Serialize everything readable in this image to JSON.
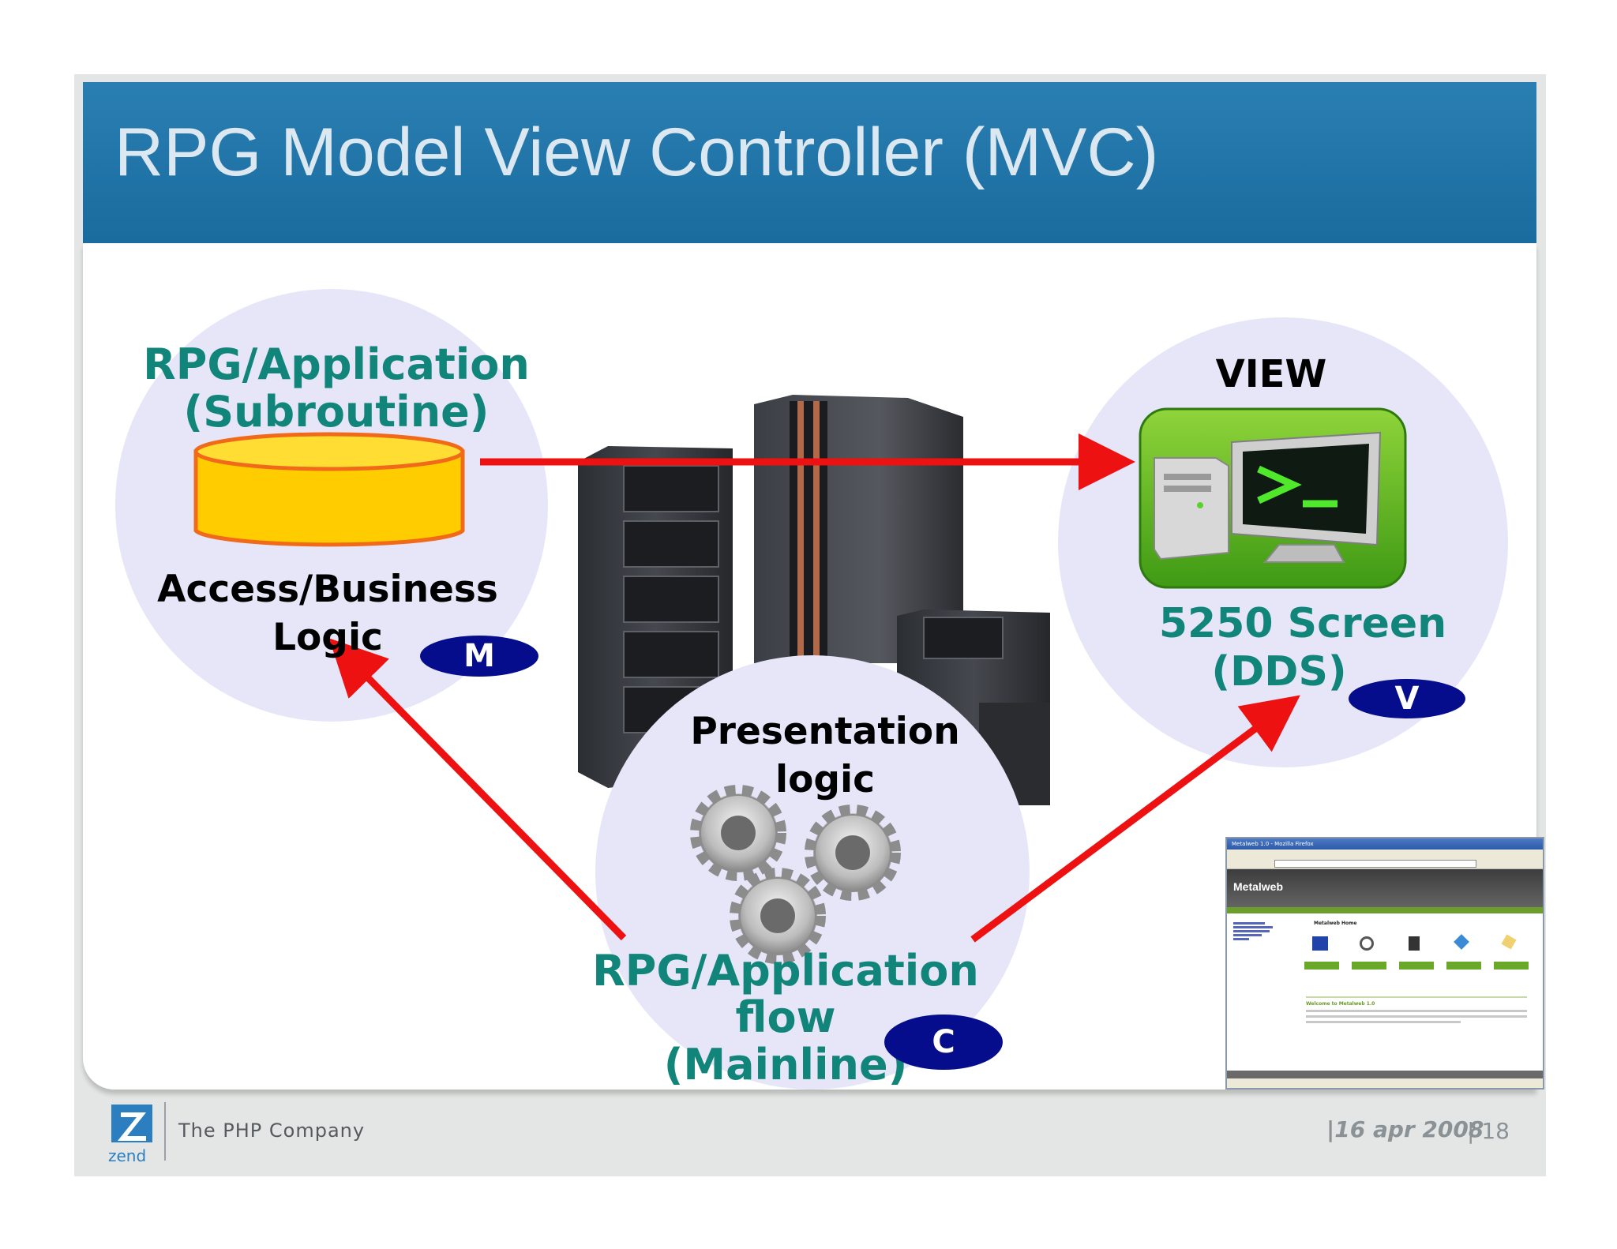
{
  "slide": {
    "title": "RPG Model View Controller (MVC)"
  },
  "model": {
    "heading_line1": "RPG/Application",
    "heading_line2": "(Subroutine)",
    "caption_line1": "Access/Business",
    "caption_line2": "Logic",
    "badge": "M"
  },
  "view": {
    "heading": "VIEW",
    "caption_line1": "5250 Screen",
    "caption_line2": "(DDS)",
    "badge": "V"
  },
  "controller": {
    "heading_line1": "Presentation",
    "heading_line2": "logic",
    "caption_line1": "RPG/Application",
    "caption_line2": "flow",
    "caption_line3": "(Mainline)",
    "badge": "C"
  },
  "browser_thumbnail": {
    "window_title": "Metalweb 1.0 - Mozilla Firefox",
    "site_name": "Metalweb",
    "page_heading": "Metalweb Home",
    "welcome_title": "Welcome to Metalweb 1.0"
  },
  "footer": {
    "company": "The PHP Company",
    "logo_text": "zend",
    "date": "|16 apr 2008",
    "page": "| 18"
  },
  "colors": {
    "header_blue": "#1f74a8",
    "teal_text": "#12857a",
    "badge_navy": "#050d8c",
    "arrow_red": "#ee1111",
    "bubble_lavender": "#e6e6f8",
    "cylinder_yellow": "#ffcc00"
  }
}
